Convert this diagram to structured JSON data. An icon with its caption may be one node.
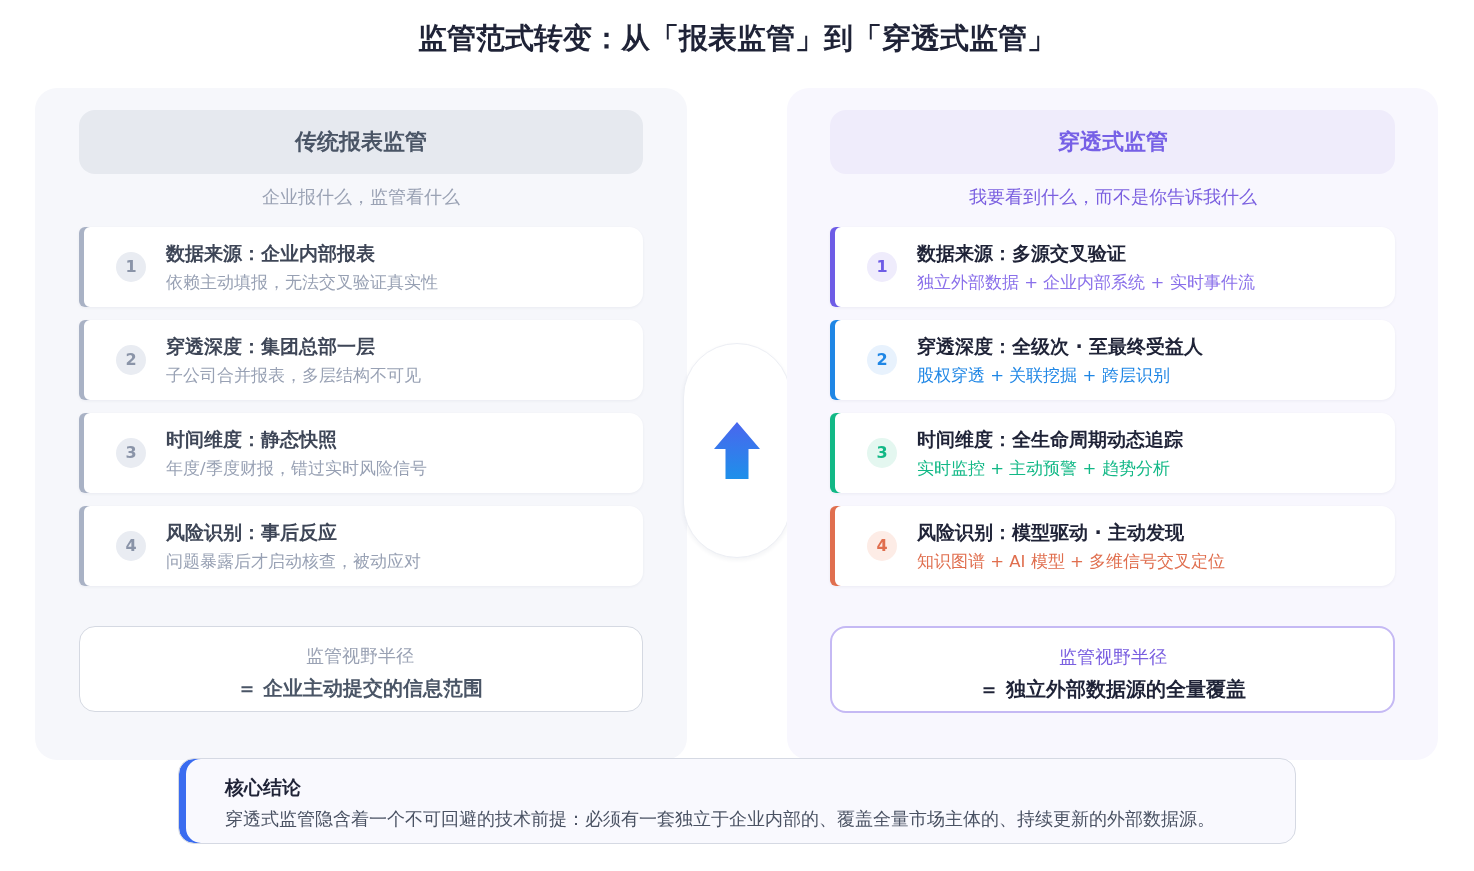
{
  "diagram": {
    "title": "监管范式转变：从「报表监管」到「穿透式监管」",
    "nodes": [
      {
        "text": [
          "企业报什么，监管看什么"
        ]
      },
      {
        "text": [
          "传统报表监管"
        ],
        "in": 0
      },
      {
        "text": [
          "数据来源：企业内部报表",
          "依赖主动填报，无法交叉验证真实性"
        ],
        "in": 0
      },
      {
        "text": [
          "1"
        ],
        "in": 2
      },
      {
        "text": [
          "穿透深度：集团总部一层",
          "子公司合并报表，多层结构不可见"
        ],
        "in": 0
      },
      {
        "text": [
          "2"
        ],
        "in": 4
      },
      {
        "text": [
          "时间维度：静态快照",
          "年度/季度财报，错过实时风险信号"
        ],
        "in": 0
      },
      {
        "text": [
          "3"
        ],
        "in": 6
      },
      {
        "text": [
          "风险识别：事后反应",
          "问题暴露后才启动核查，被动应对"
        ],
        "in": 0
      },
      {
        "text": [
          "4"
        ],
        "in": 8
      },
      {
        "text": [
          "监管视野半径",
          "＝ 企业主动提交的信息范围"
        ],
        "in": 0
      },
      {
        "text": [],
        "shape": "box"
      },
      {
        "text": [
          "我要看到什么，而不是你告诉我什么"
        ]
      },
      {
        "text": [
          "穿透式监管"
        ],
        "in": 12
      },
      {
        "text": [
          "数据来源：多源交叉验证",
          "独立外部数据 + 企业内部系统 + 实时事件流"
        ],
        "in": 12
      },
      {
        "text": [
          "1"
        ],
        "in": 14
      },
      {
        "text": [
          "穿透深度：全级次 · 至最终受益人",
          "股权穿透 + 关联挖掘 + 跨层识别"
        ],
        "in": 12
      },
      {
        "text": [
          "2"
        ],
        "in": 16
      },
      {
        "text": [
          "时间维度：全生命周期动态追踪",
          "实时监控 + 主动预警 + 趋势分析"
        ],
        "in": 12
      },
      {
        "text": [
          "3"
        ],
        "in": 18
      },
      {
        "text": [
          "风险识别：模型驱动 · 主动发现",
          "知识图谱 + AI 模型 + 多维信号交叉定位"
        ],
        "in": 12
      },
      {
        "text": [
          "4"
        ],
        "in": 20
      },
      {
        "text": [
          "监管视野半径",
          "＝ 独立外部数据源的全量覆盖"
        ],
        "in": 12
      },
      {
        "text": [
          "核心结论",
          "穿透式监管隐含着一个不可回避的技术前提：必须有一套独立于企业内部的、覆盖全量市场主体的、持续更新的外部数据源。"
        ]
      }
    ]
  }
}
